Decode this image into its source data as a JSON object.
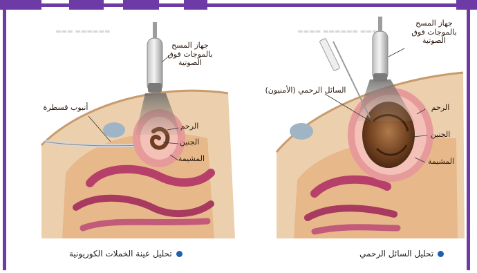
{
  "colors": {
    "frame": "#6d3aa6",
    "caption_bullet": "#1f5fb0",
    "skin": "#e9c7a0",
    "uterus": "#e7a7a4",
    "fetus": "#7a4a28"
  },
  "right_panel": {
    "probe_label": "جهاز المسح بالموجات فوق الصوتية",
    "fluid_label": "السائل الرحمي (الأمنيون)",
    "uterus_label": "الرحم",
    "fetus_label": "الجنين",
    "placenta_label": "المشيمة",
    "caption": "تحليل السائل الرحمي"
  },
  "left_panel": {
    "probe_label": "جهاز المسح بالموجات فوق الصوتية",
    "catheter_label": "أنبوب قسطرة",
    "uterus_label": "الرحم",
    "fetus_label": "الجنين",
    "placenta_label": "المشيمة",
    "caption": "تحليل عينة الخملات الكوريونية"
  },
  "icons": {
    "probe": "ultrasound-probe-icon",
    "syringe": "syringe-icon",
    "bullet": "bullet-dot-icon"
  }
}
